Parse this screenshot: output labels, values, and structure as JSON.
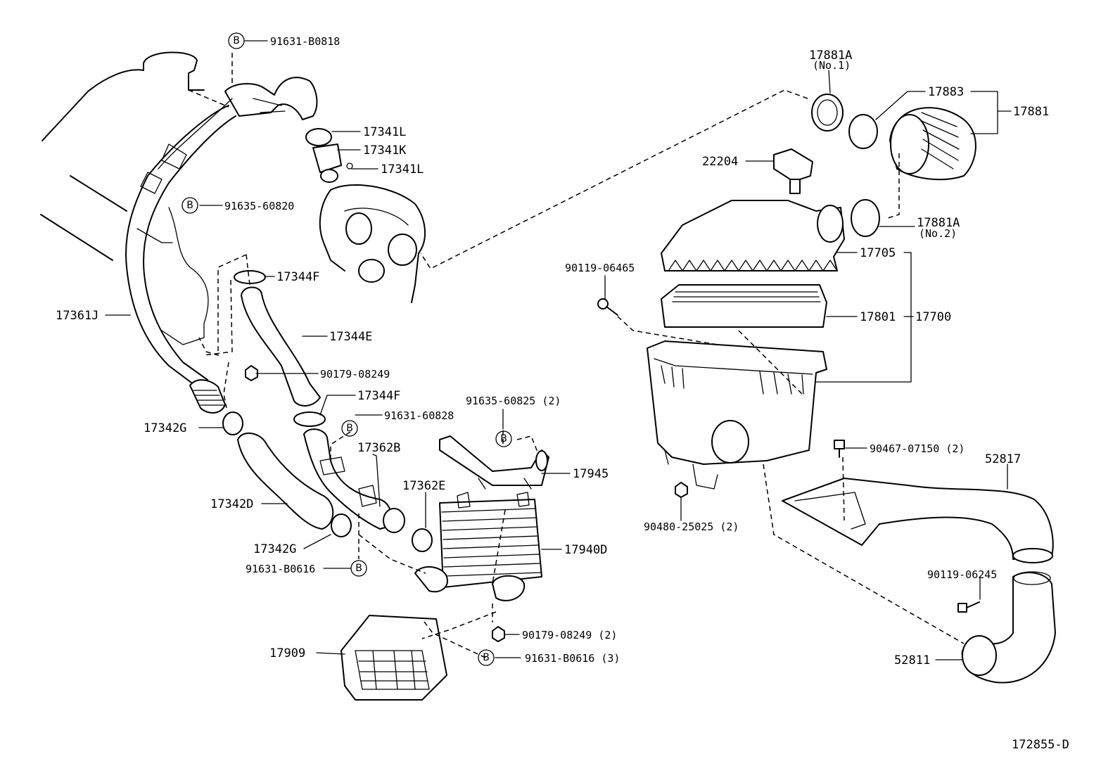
{
  "diagram": {
    "figure_id": "172855-D",
    "bolt_marker": "B",
    "labels": {
      "p91631_B0818": "91631-B0818",
      "p17341L_a": "17341L",
      "p17341K": "17341K",
      "p17341L_b": "17341L",
      "p91635_60820": "91635-60820",
      "p17344F_a": "17344F",
      "p17361J": "17361J",
      "p17344E": "17344E",
      "p90179_08249": "90179-08249",
      "p17344F_b": "17344F",
      "p91631_60828": "91631-60828",
      "p17342G_a": "17342G",
      "p17362B": "17362B",
      "p91635_60825": "91635-60825 (2)",
      "p17945": "17945",
      "p17342D": "17342D",
      "p17362E": "17362E",
      "p17940D": "17940D",
      "p17342G_b": "17342G",
      "p91631_B0616": "91631-B0616",
      "p90179_08249_2": "90179-08249 (2)",
      "p17909": "17909",
      "p91631_B0616_3": "91631-B0616 (3)",
      "p17881A_1": "17881A",
      "no1": "(No.1)",
      "p17883": "17883",
      "p17881": "17881",
      "p22204": "22204",
      "p17881A_2": "17881A",
      "no2": "(No.2)",
      "p90119_06465": "90119-06465",
      "p17705": "17705",
      "p17801": "17801",
      "p17700": "17700",
      "p90467_07150": "90467-07150 (2)",
      "p52817": "52817",
      "p90480_25025": "90480-25025 (2)",
      "p90119_06245": "90119-06245",
      "p52811": "52811"
    }
  }
}
